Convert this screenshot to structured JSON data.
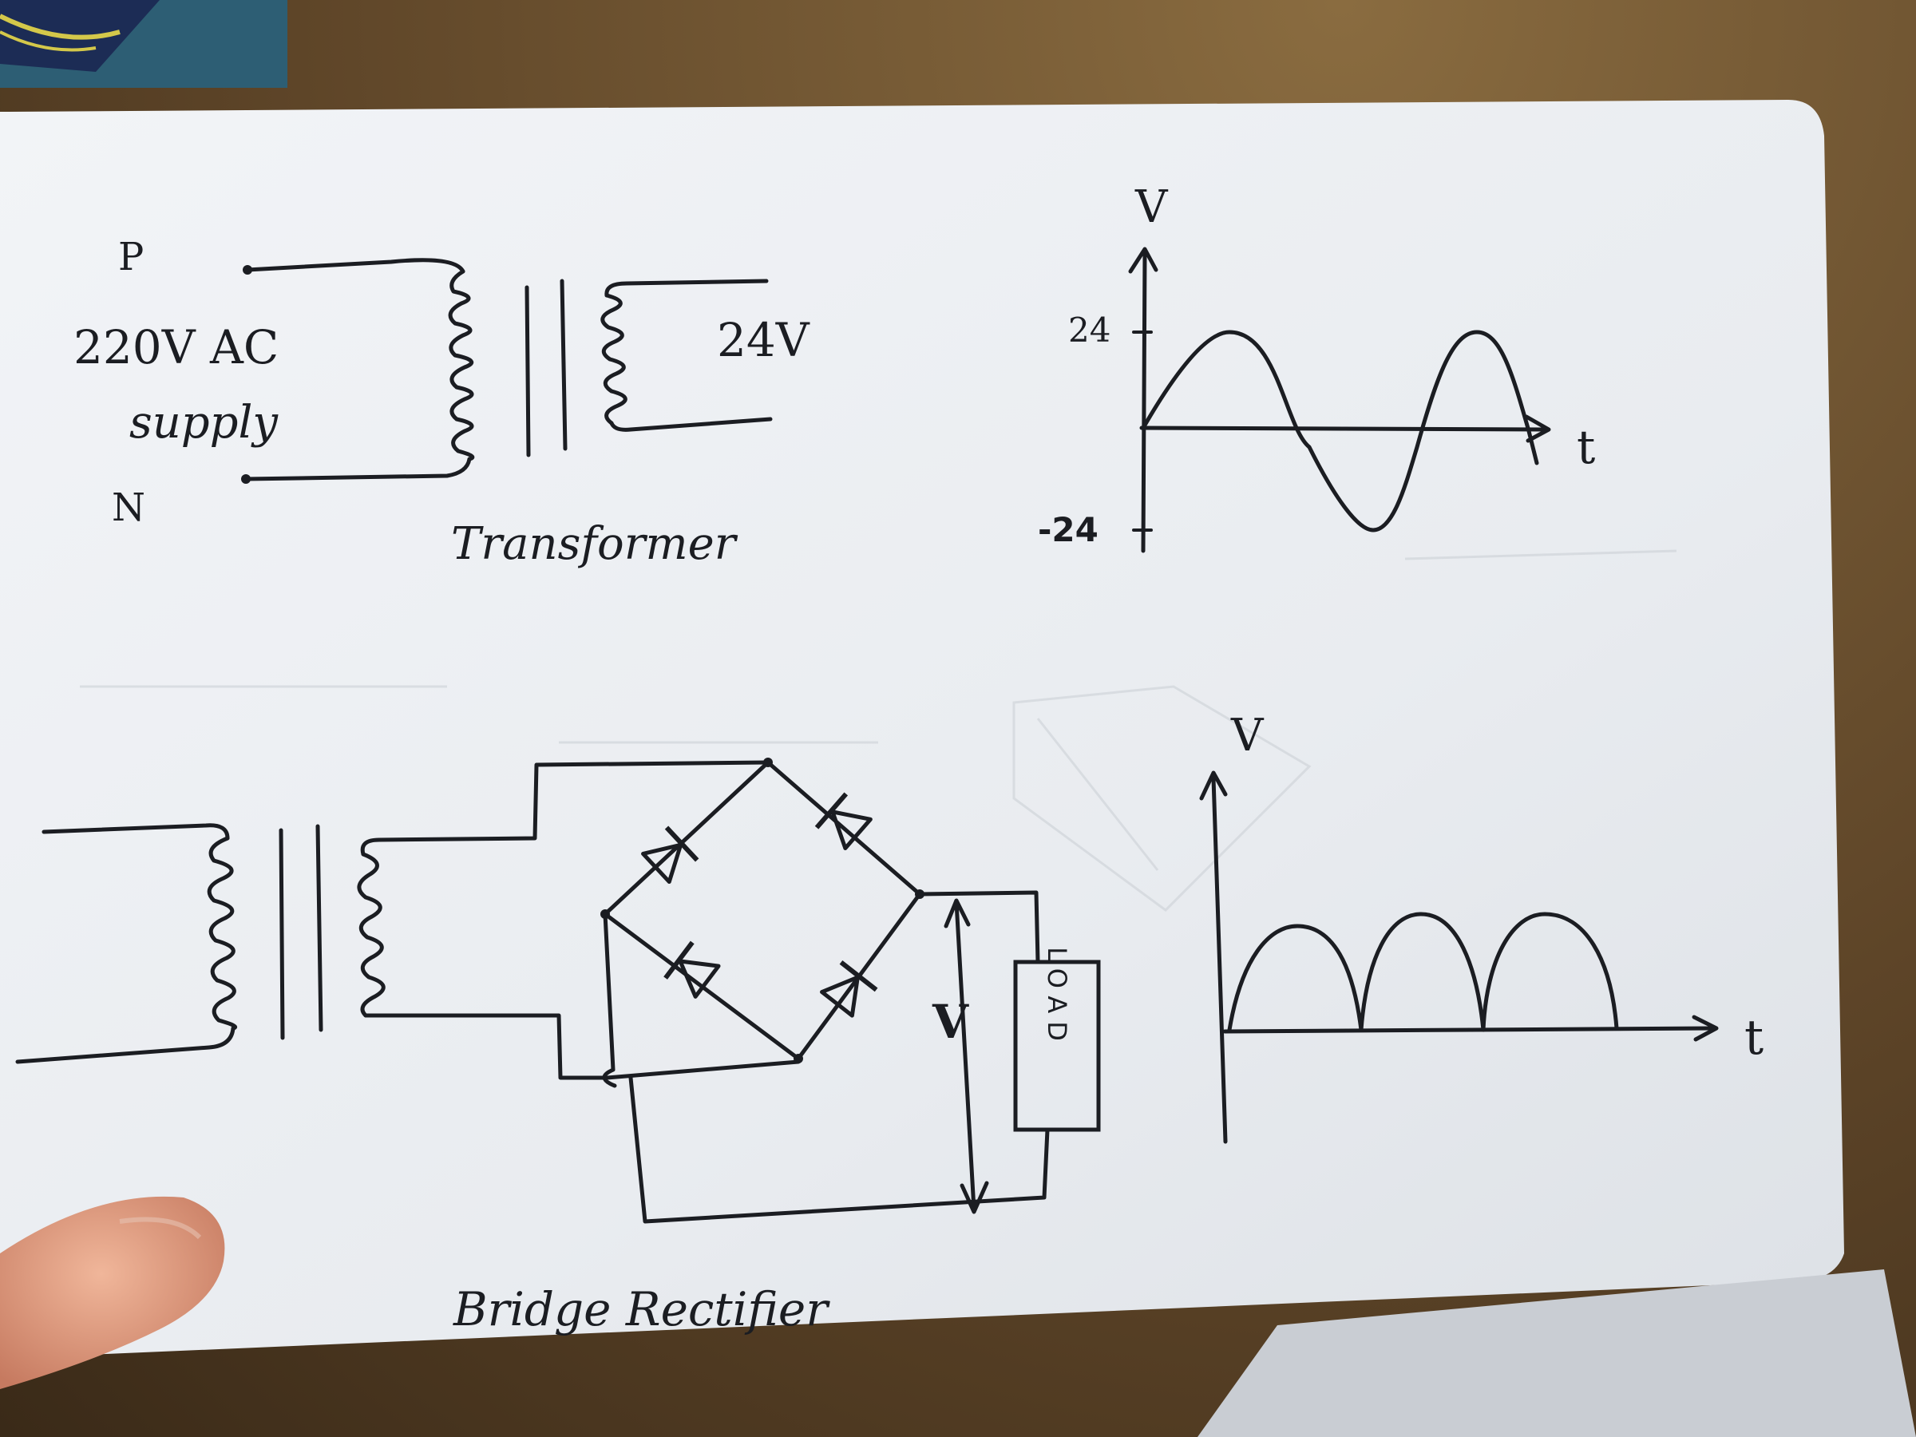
{
  "transformer_diagram": {
    "primary_top_terminal": "P",
    "primary_bottom_terminal": "N",
    "supply_voltage": "220V AC",
    "supply_word": "supply",
    "secondary_voltage": "24V",
    "caption": "Transformer"
  },
  "ac_waveform_graph": {
    "y_axis_label": "V",
    "x_axis_label": "t",
    "positive_peak_label": "24",
    "negative_peak_label": "-24",
    "waveform": "sine"
  },
  "bridge_rectifier_diagram": {
    "load_label": "LOAD",
    "output_voltage_label": "V",
    "caption": "Bridge Rectifier",
    "diode_count": 4
  },
  "rectified_waveform_graph": {
    "y_axis_label": "V",
    "x_axis_label": "t",
    "waveform": "full-wave rectified",
    "humps_visible": 3
  },
  "colors": {
    "ink": "#1b1d22",
    "paper": "#eef0f3",
    "table": "#5e4528"
  }
}
